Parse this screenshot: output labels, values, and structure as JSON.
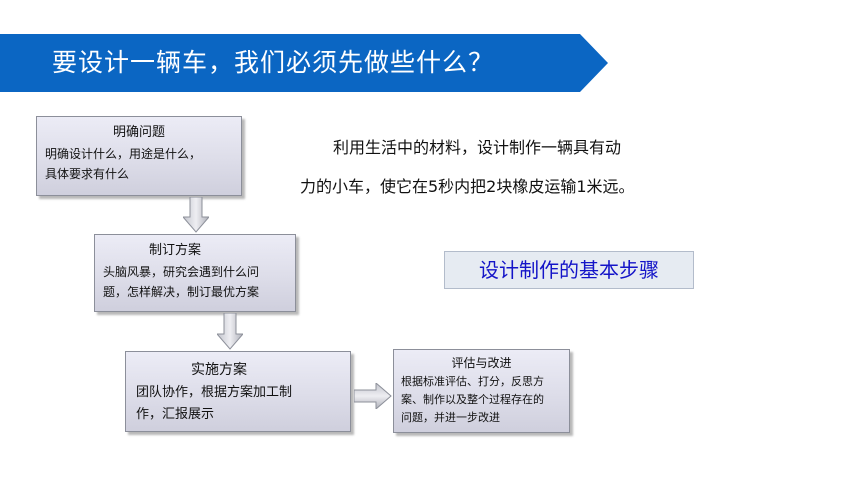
{
  "header": {
    "title": "要设计一辆车，我们必须先做些什么？"
  },
  "description": {
    "line1": "利用生活中的材料，设计制作一辆具有动",
    "line2": "力的小车，使它在5秒内把2块橡皮运输1米远。"
  },
  "steps_label": "设计制作的基本步骤",
  "steps": [
    {
      "title": "明确问题",
      "desc_lines": [
        "明确设计什么，用途是什么，",
        "具体要求有什么"
      ]
    },
    {
      "title": "制订方案",
      "desc_lines": [
        "头脑风暴，研究会遇到什么问",
        "题，怎样解决，制订最优方案"
      ]
    },
    {
      "title": "实施方案",
      "desc_lines": [
        "团队协作，根据方案加工制",
        "作，汇报展示"
      ]
    },
    {
      "title": "评估与改进",
      "desc_lines": [
        "根据标准评估、打分，反思方",
        "案、制作以及整个过程存在的",
        "问题，并进一步改进"
      ]
    }
  ],
  "colors": {
    "banner": "#0b66c3",
    "label_text": "#1414c8"
  }
}
